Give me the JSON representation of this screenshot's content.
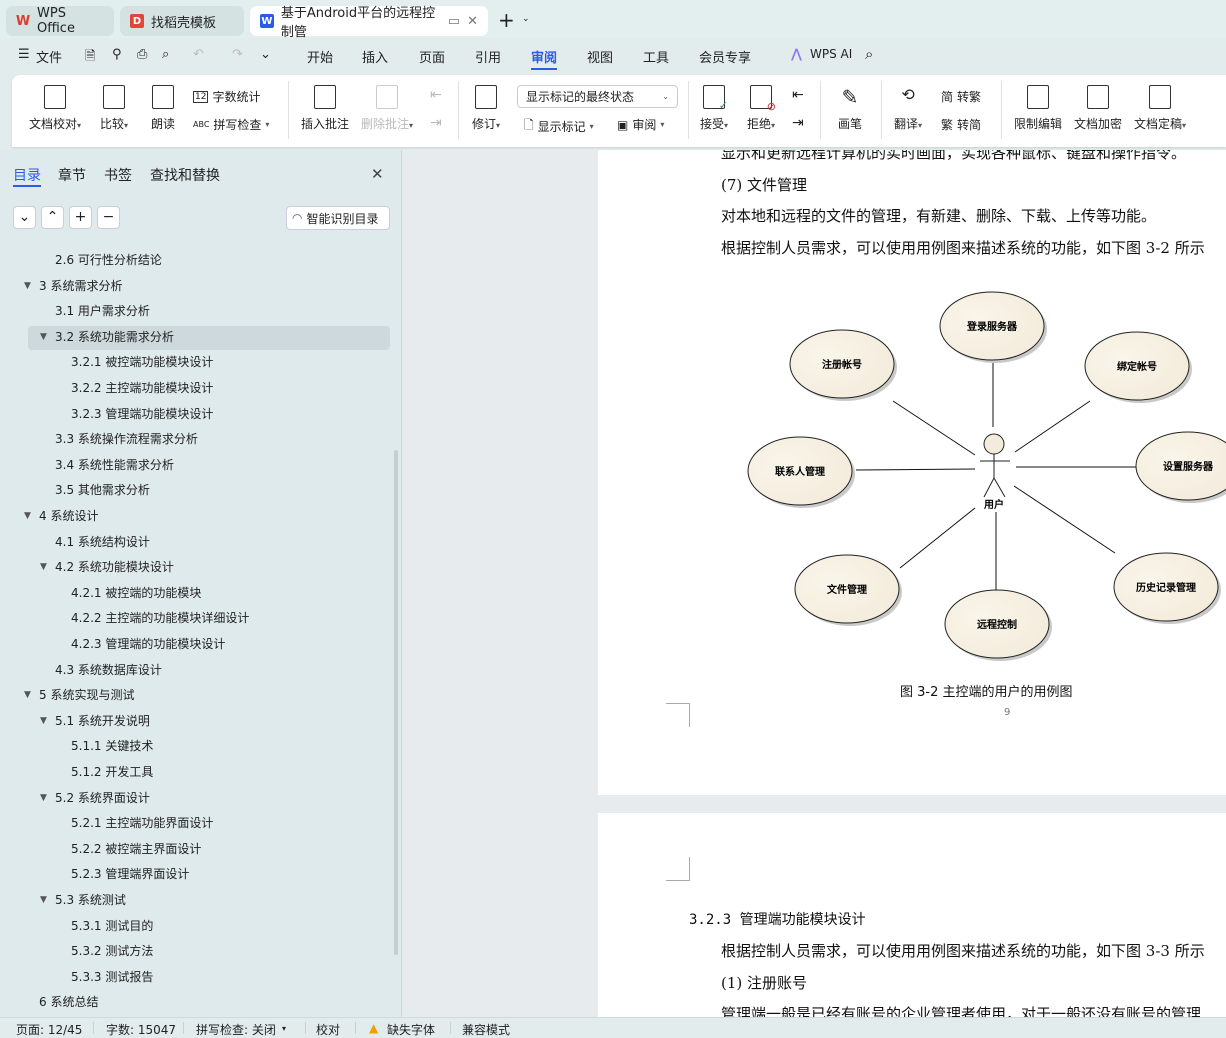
{
  "tabs": [
    {
      "label": "WPS Office",
      "icon": "wps-logo-icon"
    },
    {
      "label": "找稻壳模板",
      "icon": "docer-logo-icon"
    },
    {
      "label": "基于Android平台的远程控制管",
      "icon": "writer-doc-icon"
    }
  ],
  "menu": {
    "file": "文件",
    "items": [
      "开始",
      "插入",
      "页面",
      "引用",
      "审阅",
      "视图",
      "工具",
      "会员专享"
    ],
    "active": "审阅",
    "ai": "WPS AI"
  },
  "ribbon": {
    "proofread": "文档校对",
    "compare": "比较",
    "read_aloud": "朗读",
    "word_count": "字数统计",
    "spell_check": "拼写检查",
    "insert_comment": "插入批注",
    "delete_comment": "删除批注",
    "revise": "修订",
    "markup_select": "显示标记的最终状态",
    "show_markup": "显示标记",
    "review": "审阅",
    "accept": "接受",
    "reject": "拒绝",
    "pen": "画笔",
    "translate": "翻译",
    "to_traditional": "转繁",
    "to_simplified": "转简",
    "restrict_edit": "限制编辑",
    "encrypt": "文档加密",
    "finalize": "文档定稿"
  },
  "sidebar": {
    "tabs": [
      "目录",
      "章节",
      "书签",
      "查找和替换"
    ],
    "smart_toc": "智能识别目录",
    "toc": [
      {
        "label": "2.6  可行性分析结论",
        "level": 2
      },
      {
        "label": "3  系统需求分析",
        "level": 1,
        "expanded": true
      },
      {
        "label": "3.1  用户需求分析",
        "level": 2
      },
      {
        "label": "3.2  系统功能需求分析",
        "level": 2,
        "expanded": true,
        "selected": true
      },
      {
        "label": "3.2.1  被控端功能模块设计",
        "level": 3
      },
      {
        "label": "3.2.2  主控端功能模块设计",
        "level": 3
      },
      {
        "label": "3.2.3  管理端功能模块设计",
        "level": 3
      },
      {
        "label": "3.3  系统操作流程需求分析",
        "level": 2
      },
      {
        "label": "3.4  系统性能需求分析",
        "level": 2
      },
      {
        "label": "3.5  其他需求分析",
        "level": 2
      },
      {
        "label": "4  系统设计",
        "level": 1,
        "expanded": true
      },
      {
        "label": "4.1  系统结构设计",
        "level": 2
      },
      {
        "label": "4.2  系统功能模块设计",
        "level": 2,
        "expanded": true
      },
      {
        "label": "4.2.1  被控端的功能模块",
        "level": 3
      },
      {
        "label": "4.2.2  主控端的功能模块详细设计",
        "level": 3
      },
      {
        "label": "4.2.3  管理端的功能模块设计",
        "level": 3
      },
      {
        "label": "4.3  系统数据库设计",
        "level": 2
      },
      {
        "label": "5  系统实现与测试",
        "level": 1,
        "expanded": true
      },
      {
        "label": "5.1  系统开发说明",
        "level": 2,
        "expanded": true
      },
      {
        "label": "5.1.1  关键技术",
        "level": 3
      },
      {
        "label": "5.1.2  开发工具",
        "level": 3
      },
      {
        "label": "5.2  系统界面设计",
        "level": 2,
        "expanded": true
      },
      {
        "label": "5.2.1  主控端功能界面设计",
        "level": 3
      },
      {
        "label": "5.2.2  被控端主界面设计",
        "level": 3
      },
      {
        "label": "5.2.3  管理端界面设计",
        "level": 3
      },
      {
        "label": "5.3  系统测试",
        "level": 2,
        "expanded": true
      },
      {
        "label": "5.3.1  测试目的",
        "level": 3
      },
      {
        "label": "5.3.2  测试方法",
        "level": 3
      },
      {
        "label": "5.3.3  测试报告",
        "level": 3
      },
      {
        "label": "6  系统总结",
        "level": 1
      }
    ]
  },
  "doc": {
    "page1": {
      "lines": [
        "显示和更新远程计算机的实时画面，实现各种鼠标、键盘和操作指令。",
        "(7) 文件管理",
        "对本地和远程的文件的管理，有新建、删除、下载、上传等功能。",
        "根据控制人员需求，可以使用用例图来描述系统的功能，如下图 3-2 所示"
      ],
      "diagram": {
        "actor": "用户",
        "use_cases": [
          "登录服务器",
          "注册帐号",
          "绑定帐号",
          "联系人管理",
          "设置服务器",
          "文件管理",
          "远程控制",
          "历史记录管理"
        ]
      },
      "caption": "图 3-2    主控端的用户的用例图",
      "page_number": "9"
    },
    "page2": {
      "heading": "3.2.3 管理端功能模块设计",
      "lines": [
        "根据控制人员需求，可以使用用例图来描述系统的功能，如下图 3-3 所示",
        "(1) 注册账号",
        "管理端一般是已经有账号的企业管理者使用，对于一般还没有账号的管理"
      ]
    }
  },
  "status": {
    "page": "页面: 12/45",
    "words": "字数: 15047",
    "spell": "拼写检查: 关闭",
    "proof": "校对",
    "missing_font": "缺失字体",
    "compat": "兼容模式"
  },
  "colors": {
    "accent": "#2b5ce6",
    "usecase_fill": "#f3ecdc"
  }
}
